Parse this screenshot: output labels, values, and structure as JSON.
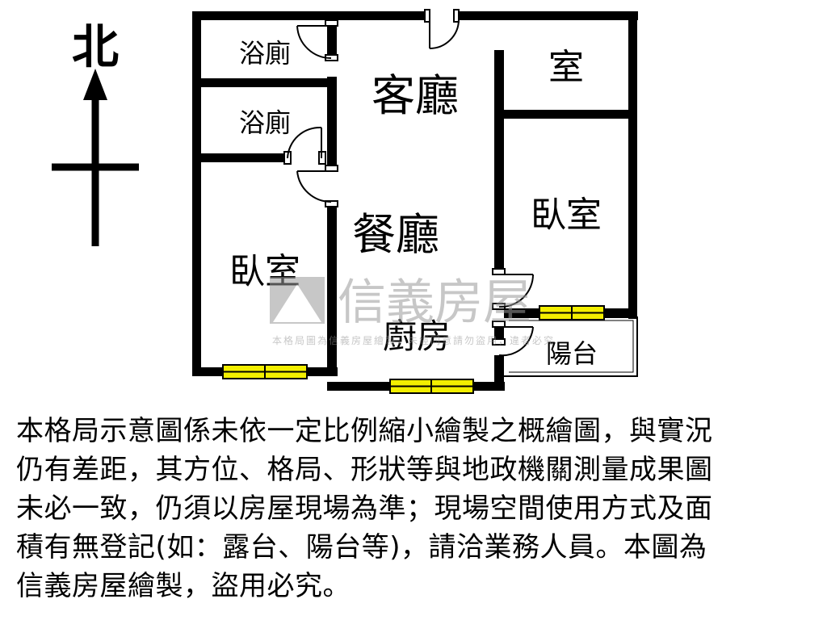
{
  "compass": {
    "label": "北"
  },
  "rooms": {
    "bath_top": "浴廁",
    "bath_mid": "浴廁",
    "living_room": "客廳",
    "small_room": "室",
    "bedroom_right": "臥室",
    "dining_room": "餐廳",
    "bedroom_left": "臥室",
    "kitchen": "廚房",
    "balcony": "陽台"
  },
  "watermark": {
    "brand": "信義房屋",
    "notice": "本格局圖為信義房屋繪製，未經同意請勿盜用，違者必究",
    "color": "#9a9a9a"
  },
  "colors": {
    "wall": "#000000",
    "window_fill": "#f3ef00"
  },
  "disclaimer": {
    "lines": [
      "本格局示意圖係未依一定比例縮小繪製之概繪圖，與實況",
      "仍有差距，其方位、格局、形狀等與地政機關測量成果圖",
      "未必一致，仍須以房屋現場為準；現場空間使用方式及面",
      "積有無登記(如：露台、陽台等)，請洽業務人員。本圖為",
      "信義房屋繪製，盜用必究。"
    ]
  }
}
